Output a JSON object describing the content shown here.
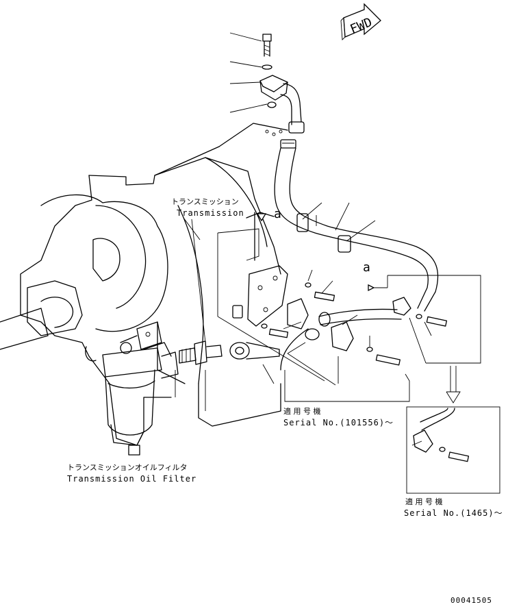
{
  "labels": {
    "fwd": "FWD",
    "transmission_jp": "トランスミッション",
    "transmission_en": "Transmission",
    "detail_a_top": "a",
    "detail_a_right": "a",
    "filter_jp": "トランスミッションオイルフィルタ",
    "filter_en": "Transmission Oil Filter",
    "serial1_jp": "適 用 号 機",
    "serial1_en": "Serial No.(101556)～",
    "serial2_jp": "適 用 号 機",
    "serial2_en": "Serial No.(1465)～",
    "drawing_no": "00041505"
  }
}
